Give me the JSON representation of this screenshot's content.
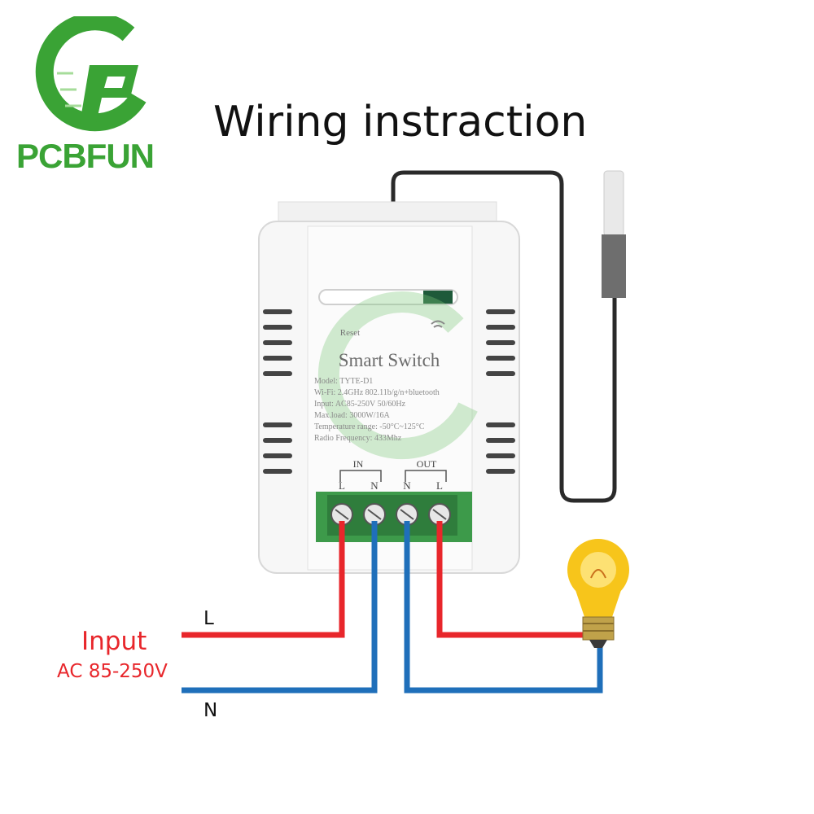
{
  "brand": {
    "name": "PCBFUN",
    "color": "#3aa335"
  },
  "title": "Wiring instraction",
  "device": {
    "name": "Smart Switch",
    "reset_label": "Reset",
    "specs": [
      "Model: TYTE-D1",
      "Wi-Fi: 2.4GHz 802.11b/g/n+bluetooth",
      "Input: AC85-250V 50/60Hz",
      "Max.load: 3000W/16A",
      "Temperature range: -50°C~125°C",
      "Radio Frequency: 433Mhz"
    ],
    "terminal_groups": {
      "in": "IN",
      "out": "OUT"
    },
    "terminals": [
      "L",
      "N",
      "N",
      "L"
    ]
  },
  "wiring": {
    "input_label": "Input",
    "input_voltage": "AC 85-250V",
    "line_label": "L",
    "neutral_label": "N",
    "line_color": "#e8262b",
    "neutral_color": "#1f6fba"
  },
  "icons": [
    "temperature-probe-icon",
    "light-bulb-icon",
    "wifi-icon",
    "brand-logo-icon"
  ]
}
